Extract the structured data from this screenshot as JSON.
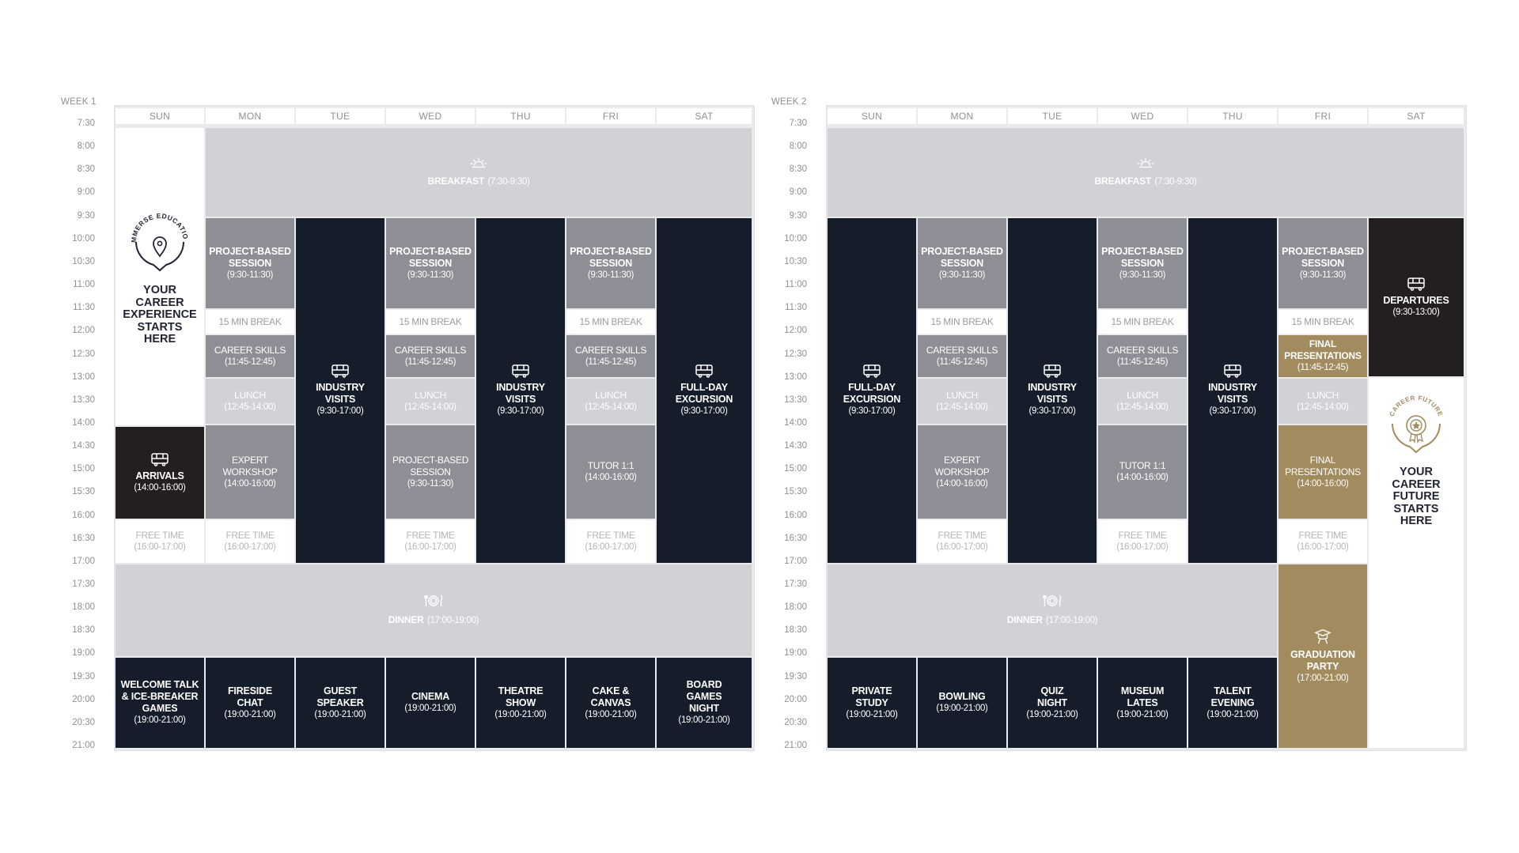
{
  "times": [
    "7:30",
    "8:00",
    "8:30",
    "9:00",
    "9:30",
    "10:00",
    "10:30",
    "11:00",
    "11:30",
    "12:00",
    "12:30",
    "13:00",
    "13:30",
    "14:00",
    "14:30",
    "15:00",
    "15:30",
    "16:00",
    "16:30",
    "17:00",
    "17:30",
    "18:00",
    "18:30",
    "19:00",
    "19:30",
    "20:00",
    "20:30",
    "21:00"
  ],
  "days": [
    "SUN",
    "MON",
    "TUE",
    "WED",
    "THU",
    "FRI",
    "SAT"
  ],
  "week1": {
    "label": "WEEK 1",
    "breakfast": {
      "title": "BREAKFAST",
      "time": "(7:30-9:30)"
    },
    "dinner": {
      "title": "DINNER",
      "time": "(17:00-19:00)"
    },
    "sun_badge": {
      "ring_text": "IMMERSE EDUCATION",
      "tagline": "YOUR CAREER EXPERIENCE STARTS HERE"
    },
    "sun_arrivals": {
      "title": "ARRIVALS",
      "time": "(14:00-16:00)"
    },
    "sun_free": {
      "title": "FREE TIME",
      "time": "(16:00-17:00)"
    },
    "mon": {
      "pbs": {
        "title": "PROJECT-BASED SESSION",
        "time": "(9:30-11:30)"
      },
      "break": "15 MIN BREAK",
      "career": {
        "title": "CAREER SKILLS",
        "time": "(11:45-12:45)"
      },
      "lunch": {
        "title": "LUNCH",
        "time": "(12:45-14:00)"
      },
      "expert": {
        "title": "EXPERT WORKSHOP",
        "time": "(14:00-16:00)"
      },
      "free": {
        "title": "FREE TIME",
        "time": "(16:00-17:00)"
      }
    },
    "tue": {
      "title": "INDUSTRY VISITS",
      "time": "(9:30-17:00)"
    },
    "wed": {
      "pbs": {
        "title": "PROJECT-BASED SESSION",
        "time": "(9:30-11:30)"
      },
      "break": "15 MIN BREAK",
      "career": {
        "title": "CAREER SKILLS",
        "time": "(11:45-12:45)"
      },
      "lunch": {
        "title": "LUNCH",
        "time": "(12:45-14:00)"
      },
      "pbs2": {
        "title": "PROJECT-BASED SESSION",
        "time": "(9:30-11:30)"
      },
      "free": {
        "title": "FREE TIME",
        "time": "(16:00-17:00)"
      }
    },
    "thu": {
      "title": "INDUSTRY VISITS",
      "time": "(9:30-17:00)"
    },
    "fri": {
      "pbs": {
        "title": "PROJECT-BASED SESSION",
        "time": "(9:30-11:30)"
      },
      "break": "15 MIN BREAK",
      "career": {
        "title": "CAREER SKILLS",
        "time": "(11:45-12:45)"
      },
      "lunch": {
        "title": "LUNCH",
        "time": "(12:45-14:00)"
      },
      "tutor": {
        "title": "TUTOR 1:1",
        "time": "(14:00-16:00)"
      },
      "free": {
        "title": "FREE TIME",
        "time": "(16:00-17:00)"
      }
    },
    "sat": {
      "title": "FULL-DAY EXCURSION",
      "time": "(9:30-17:00)"
    },
    "evening": [
      {
        "title": "WELCOME TALK & ICE-BREAKER GAMES",
        "time": "(19:00-21:00)"
      },
      {
        "title": "FIRESIDE CHAT",
        "time": "(19:00-21:00)"
      },
      {
        "title": "GUEST SPEAKER",
        "time": "(19:00-21:00)"
      },
      {
        "title": "CINEMA",
        "time": "(19:00-21:00)"
      },
      {
        "title": "THEATRE SHOW",
        "time": "(19:00-21:00)"
      },
      {
        "title": "CAKE & CANVAS",
        "time": "(19:00-21:00)"
      },
      {
        "title": "BOARD GAMES NIGHT",
        "time": "(19:00-21:00)"
      }
    ]
  },
  "week2": {
    "label": "WEEK 2",
    "breakfast": {
      "title": "BREAKFAST",
      "time": "(7:30-9:30)"
    },
    "dinner": {
      "title": "DINNER",
      "time": "(17:00-19:00)"
    },
    "sun": {
      "title": "FULL-DAY EXCURSION",
      "time": "(9:30-17:00)"
    },
    "mon": {
      "pbs": {
        "title": "PROJECT-BASED SESSION",
        "time": "(9:30-11:30)"
      },
      "break": "15 MIN BREAK",
      "career": {
        "title": "CAREER SKILLS",
        "time": "(11:45-12:45)"
      },
      "lunch": {
        "title": "LUNCH",
        "time": "(12:45-14:00)"
      },
      "expert": {
        "title": "EXPERT WORKSHOP",
        "time": "(14:00-16:00)"
      },
      "free": {
        "title": "FREE TIME",
        "time": "(16:00-17:00)"
      }
    },
    "tue": {
      "title": "INDUSTRY VISITS",
      "time": "(9:30-17:00)"
    },
    "wed": {
      "pbs": {
        "title": "PROJECT-BASED SESSION",
        "time": "(9:30-11:30)"
      },
      "break": "15 MIN BREAK",
      "career": {
        "title": "CAREER SKILLS",
        "time": "(11:45-12:45)"
      },
      "lunch": {
        "title": "LUNCH",
        "time": "(12:45-14:00)"
      },
      "tutor": {
        "title": "TUTOR 1:1",
        "time": "(14:00-16:00)"
      },
      "free": {
        "title": "FREE TIME",
        "time": "(16:00-17:00)"
      }
    },
    "thu": {
      "title": "INDUSTRY VISITS",
      "time": "(9:30-17:00)"
    },
    "fri": {
      "pbs": {
        "title": "PROJECT-BASED SESSION",
        "time": "(9:30-11:30)"
      },
      "break": "15 MIN BREAK",
      "final1": {
        "title": "FINAL PRESENTATIONS",
        "time": "(11:45-12:45)"
      },
      "lunch": {
        "title": "LUNCH",
        "time": "(12:45-14:00)"
      },
      "final2": {
        "title": "FINAL PRESENTATIONS",
        "time": "(14:00-16:00)"
      },
      "free": {
        "title": "FREE TIME",
        "time": "(16:00-17:00)"
      },
      "graduation": {
        "title": "GRADUATION PARTY",
        "time": "(17:00-21:00)"
      }
    },
    "sat_departures": {
      "title": "DEPARTURES",
      "time": "(9:30-13:00)"
    },
    "sat_badge": {
      "ring_text": "CAREER FUTURE",
      "tagline": "YOUR CAREER FUTURE STARTS HERE"
    },
    "evening": [
      {
        "title": "PRIVATE STUDY",
        "time": "(19:00-21:00)"
      },
      {
        "title": "BOWLING",
        "time": "(19:00-21:00)"
      },
      {
        "title": "QUIZ NIGHT",
        "time": "(19:00-21:00)"
      },
      {
        "title": "MUSEUM LATES",
        "time": "(19:00-21:00)"
      },
      {
        "title": "TALENT EVENING",
        "time": "(19:00-21:00)"
      }
    ]
  },
  "colors": {
    "navy": "#151d2a",
    "mid_grey": "#8d8e96",
    "light_grey": "#d1d2d6",
    "gold": "#a18b5f",
    "black": "#231f20"
  }
}
